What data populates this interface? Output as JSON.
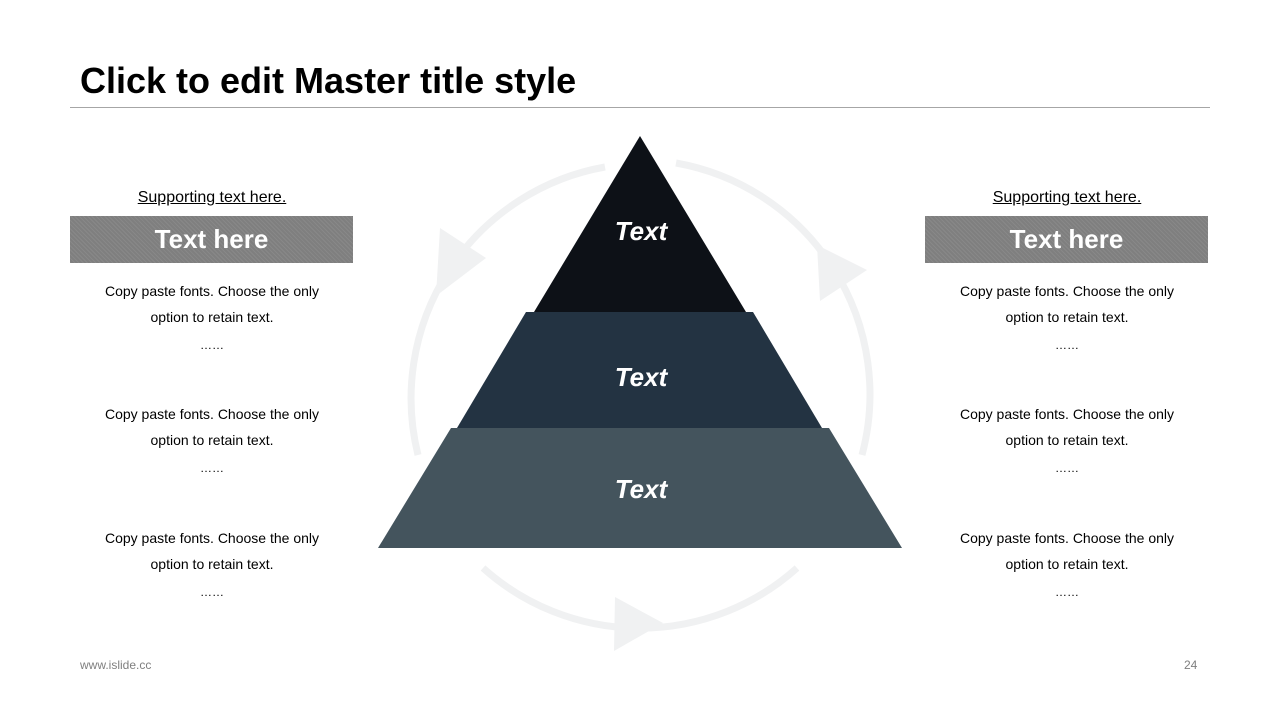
{
  "title": "Click to edit Master title style",
  "left": {
    "support": "Supporting text here.",
    "header": "Text here",
    "items": [
      {
        "line1": "Copy paste fonts. Choose the only",
        "line2": "option to retain text.",
        "dots": "……"
      },
      {
        "line1": "Copy paste fonts. Choose the only",
        "line2": "option to retain text.",
        "dots": "……"
      },
      {
        "line1": "Copy paste fonts. Choose the only",
        "line2": "option to retain text.",
        "dots": "……"
      }
    ]
  },
  "right": {
    "support": "Supporting text here.",
    "header": "Text here",
    "items": [
      {
        "line1": "Copy paste fonts. Choose the only",
        "line2": "option to retain text.",
        "dots": "……"
      },
      {
        "line1": "Copy paste fonts. Choose the only",
        "line2": "option to retain text.",
        "dots": "……"
      },
      {
        "line1": "Copy paste fonts. Choose the only",
        "line2": "option to retain text.",
        "dots": "……"
      }
    ]
  },
  "pyramid": {
    "levels": [
      {
        "label": "Text",
        "color": "#0d1117"
      },
      {
        "label": "Text",
        "color": "#233342"
      },
      {
        "label": "Text",
        "color": "#44545d"
      }
    ],
    "cycle_color": "#f0f1f2"
  },
  "footer": {
    "url": "www.islide.cc",
    "page": "24"
  }
}
